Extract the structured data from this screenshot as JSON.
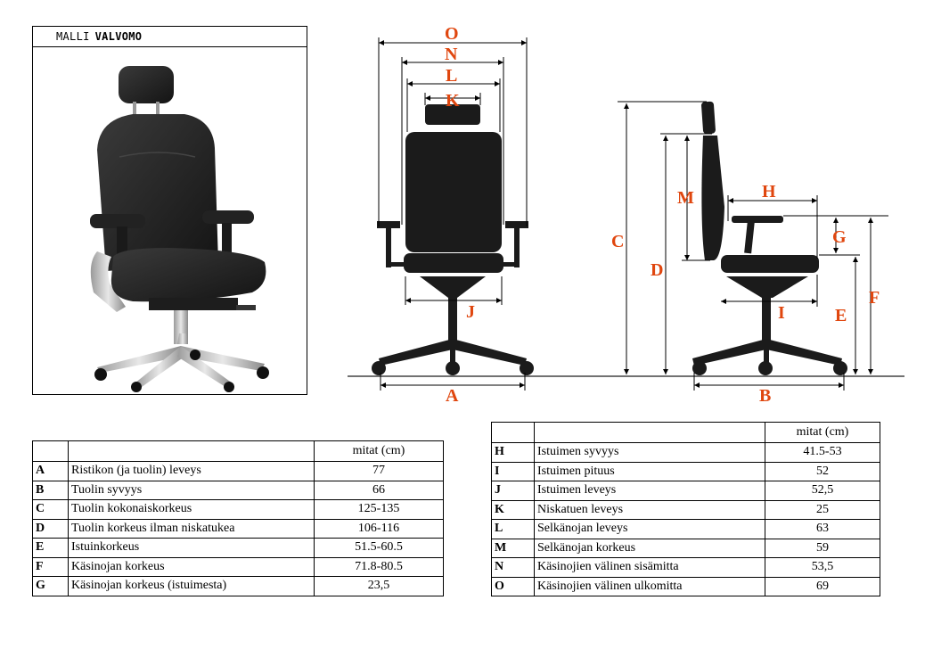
{
  "model": {
    "prefix": "MALLI",
    "name": "VALVOMO"
  },
  "diagram_labels": {
    "front": [
      "O",
      "N",
      "L",
      "K",
      "J",
      "A"
    ],
    "side": [
      "H",
      "M",
      "G",
      "C",
      "D",
      "F",
      "E",
      "I",
      "B"
    ]
  },
  "colors": {
    "label": "#e0460e",
    "chair": "#1b1b1b",
    "line": "#000000"
  },
  "table_left": {
    "unit_header": "mitat (cm)",
    "rows": [
      {
        "code": "A",
        "desc": "Ristikon (ja tuolin) leveys",
        "value": "77"
      },
      {
        "code": "B",
        "desc": "Tuolin syvyys",
        "value": "66"
      },
      {
        "code": "C",
        "desc": "Tuolin kokonaiskorkeus",
        "value": "125-135"
      },
      {
        "code": "D",
        "desc": "Tuolin korkeus ilman niskatukea",
        "value": "106-116"
      },
      {
        "code": "E",
        "desc": "Istuinkorkeus",
        "value": "51.5-60.5"
      },
      {
        "code": "F",
        "desc": "Käsinojan korkeus",
        "value": "71.8-80.5"
      },
      {
        "code": "G",
        "desc": "Käsinojan korkeus (istuimesta)",
        "value": "23,5"
      }
    ]
  },
  "table_right": {
    "unit_header": "mitat (cm)",
    "rows": [
      {
        "code": "H",
        "desc": "Istuimen syvyys",
        "value": "41.5-53"
      },
      {
        "code": "I",
        "desc": "Istuimen pituus",
        "value": "52"
      },
      {
        "code": "J",
        "desc": "Istuimen leveys",
        "value": "52,5"
      },
      {
        "code": "K",
        "desc": "Niskatuen leveys",
        "value": "25"
      },
      {
        "code": "L",
        "desc": "Selkänojan leveys",
        "value": "63"
      },
      {
        "code": "M",
        "desc": "Selkänojan korkeus",
        "value": "59"
      },
      {
        "code": "N",
        "desc": "Käsinojien välinen sisämitta",
        "value": "53,5"
      },
      {
        "code": "O",
        "desc": "Käsinojien välinen ulkomitta",
        "value": "69"
      }
    ]
  }
}
